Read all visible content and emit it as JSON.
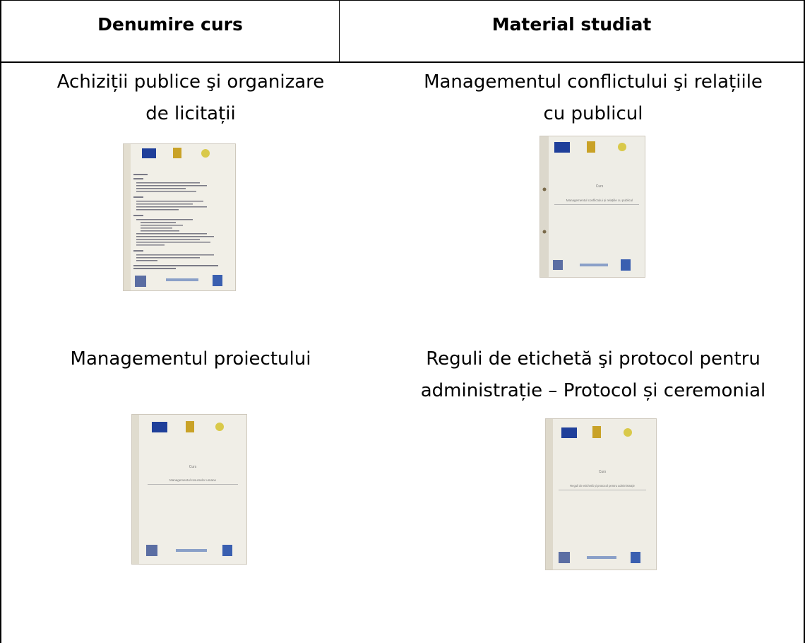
{
  "table": {
    "headers": {
      "course_name": "Denumire curs",
      "material": "Material studiat"
    },
    "rows": [
      {
        "left_title_line1": "Achiziții publice şi organizare",
        "left_title_line2": "de licitații",
        "right_title_line1": "Managementul conflictului şi relațiile",
        "right_title_line2": "cu publicul"
      },
      {
        "left_title_line1": "Managementul proiectului",
        "right_title_line1": "Reguli de etichetă şi protocol pentru",
        "right_title_line2": "administrație – Protocol și ceremonial"
      }
    ]
  },
  "photos": {
    "cover_small_title": "Curs",
    "doc1_cover_title": "Managementul conflictului și relațiile cu publicul",
    "doc2_cover_title": "Managementul resurselor umane",
    "doc3_cover_title": "Reguli de etichetă și protocol pentru administrație"
  },
  "colors": {
    "eu_blue": "#1f3f9a",
    "paper": "#f3f1ea",
    "line": "#000000"
  }
}
